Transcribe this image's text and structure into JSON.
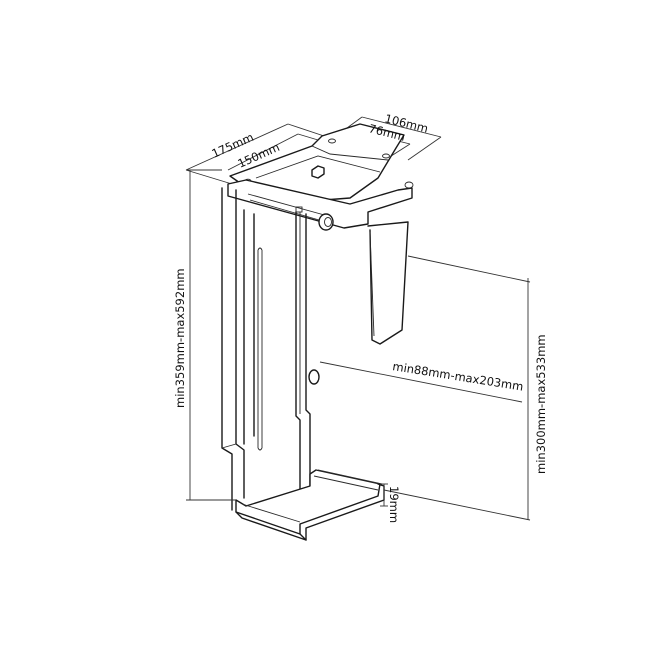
{
  "diagram": {
    "subject": "under-desk CPU holder",
    "dimensions": {
      "outer_depth": "175mm",
      "inner_depth": "150mm",
      "mount_outer_width": "106mm",
      "mount_hole_spacing": "76mm",
      "total_height": "min359mm-max592mm",
      "pc_width_range": "min88mm-max203mm",
      "pc_height_range": "min300mm-max533mm",
      "base_lip_height": "19mm"
    },
    "colors": {
      "line": "#1a1a1a",
      "background": "#ffffff"
    }
  }
}
